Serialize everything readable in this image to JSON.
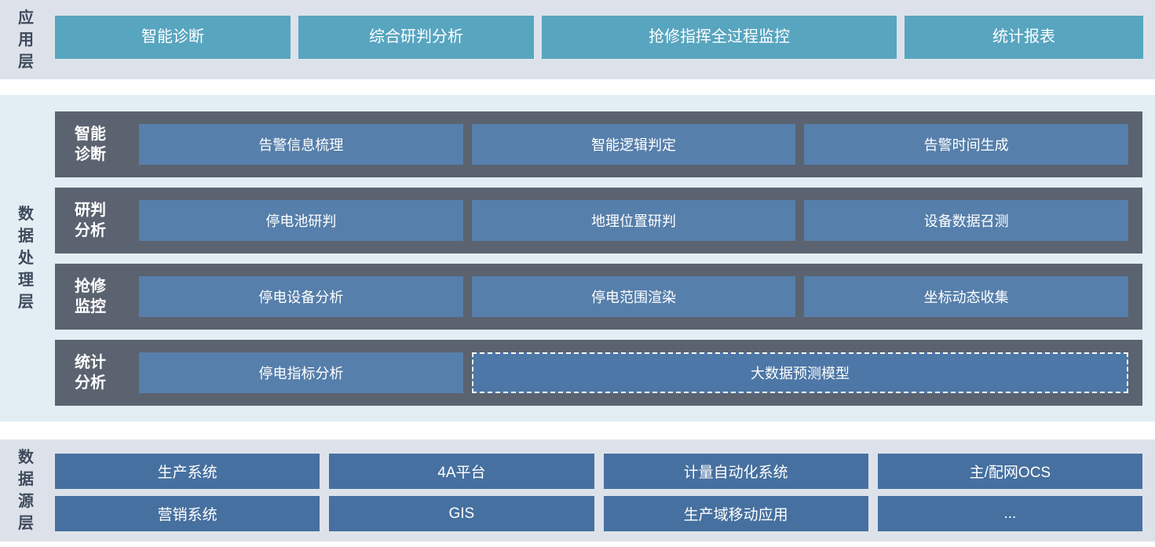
{
  "colors": {
    "app_section_bg": "#dde2ea",
    "processing_section_bg": "#e2edf4",
    "source_section_bg": "#dde2ea",
    "app_button": "#58a5c0",
    "band_bg": "#5b6370",
    "processing_box": "#567fab",
    "dashed_box": "#4d77a6",
    "source_box": "#46709f",
    "side_label_text": "#3e4a5c",
    "box_text": "#ffffff"
  },
  "app_layer": {
    "label": "应用层",
    "items": [
      "智能诊断",
      "综合研判分析",
      "抢修指挥全过程监控",
      "统计报表"
    ]
  },
  "processing_layer": {
    "label": "数据处理层",
    "rows": [
      {
        "label": "智能诊断",
        "items": [
          "告警信息梳理",
          "智能逻辑判定",
          "告警时间生成"
        ]
      },
      {
        "label": "研判分析",
        "items": [
          "停电池研判",
          "地理位置研判",
          "设备数据召测"
        ]
      },
      {
        "label": "抢修监控",
        "items": [
          "停电设备分析",
          "停电范围渲染",
          "坐标动态收集"
        ]
      },
      {
        "label": "统计分析",
        "items": [
          "停电指标分析"
        ],
        "dashed_item": "大数据预测模型"
      }
    ]
  },
  "source_layer": {
    "label": "数据源层",
    "rows": [
      [
        "生产系统",
        "4A平台",
        "计量自动化系统",
        "主/配网OCS"
      ],
      [
        "营销系统",
        "GIS",
        "生产域移动应用",
        "..."
      ]
    ]
  }
}
